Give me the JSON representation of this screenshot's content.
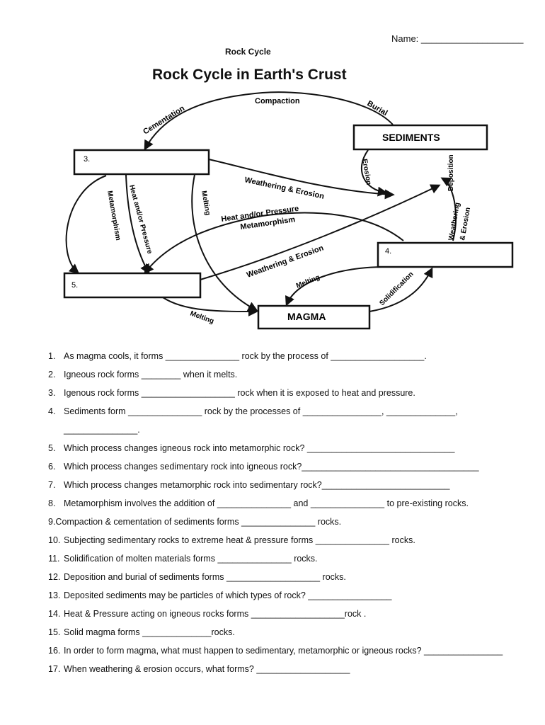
{
  "header": {
    "name_label": "Name: ____________________",
    "worksheet_title": "Rock Cycle"
  },
  "diagram": {
    "title": "Rock Cycle in Earth's Crust",
    "boxes": {
      "sediments": "SEDIMENTS",
      "magma": "MAGMA",
      "box3": "3.",
      "box4": "4.",
      "box5": "5."
    },
    "labels": {
      "compaction": "Compaction",
      "cementation": "Cementation",
      "burial": "Burial",
      "erosion": "Erosion",
      "deposition": "Deposition",
      "weathering_erosion_top": "Weathering & Erosion",
      "heat_pressure": "Heat and/or Pressure",
      "metamorphism_center": "Metamorphism",
      "weathering_erosion_mid": "Weathering & Erosion",
      "weathering_right_1": "Weathering",
      "weathering_right_2": "& Erosion",
      "melting_right": "Melting",
      "solidification": "Solidification",
      "melting_bottom": "Melting",
      "melting_vertical": "Melting",
      "heat_pressure_vertical": "Heat and/or Pressure",
      "metamorphism_vertical": "Metamorphism"
    }
  },
  "questions": [
    {
      "num": "1.",
      "text": "As magma cools, it forms _______________ rock by the process of ___________________."
    },
    {
      "num": "2.",
      "text": "Igneous rock forms ________ when it melts."
    },
    {
      "num": "3.",
      "text": "Igenous rock forms ___________________ rock when it is exposed to heat and pressure."
    },
    {
      "num": "4.",
      "text": "Sediments form _______________ rock  by the processes of ________________, ______________,"
    },
    {
      "num": "",
      "text": "_______________."
    },
    {
      "num": "5.",
      "text": "Which process changes igneous rock into metamorphic rock? ______________________________"
    },
    {
      "num": "6.",
      "text": "Which process changes sedimentary rock into igneous rock?____________________________________"
    },
    {
      "num": "7.",
      "text": "Which process changes metamorphic rock into sedimentary rock?__________________________"
    },
    {
      "num": "8.",
      "text": "Metamorphism involves the addition of _______________ and _______________ to pre-existing rocks."
    },
    {
      "num": "",
      "text": "9.Compaction & cementation of sediments forms _______________ rocks."
    },
    {
      "num": "10.",
      "text": "Subjecting sedimentary rocks to extreme heat & pressure forms _______________ rocks."
    },
    {
      "num": "11.",
      "text": "Solidification of molten materials forms _______________ rocks."
    },
    {
      "num": "12.",
      "text": "Deposition and burial of sediments forms ___________________ rocks."
    },
    {
      "num": "13.",
      "text": "Deposited sediments may be particles of which types of rock? _________________"
    },
    {
      "num": "14.",
      "text": "Heat & Pressure acting on igneous rocks forms ___________________rock ."
    },
    {
      "num": "15.",
      "text": "Solid magma forms ______________rocks."
    },
    {
      "num": "16.",
      "text": "In order to form magma, what must happen to sedimentary, metamorphic or igneous rocks? ________________"
    },
    {
      "num": "17.",
      "text": "When weathering & erosion occurs, what forms? ___________________"
    }
  ]
}
